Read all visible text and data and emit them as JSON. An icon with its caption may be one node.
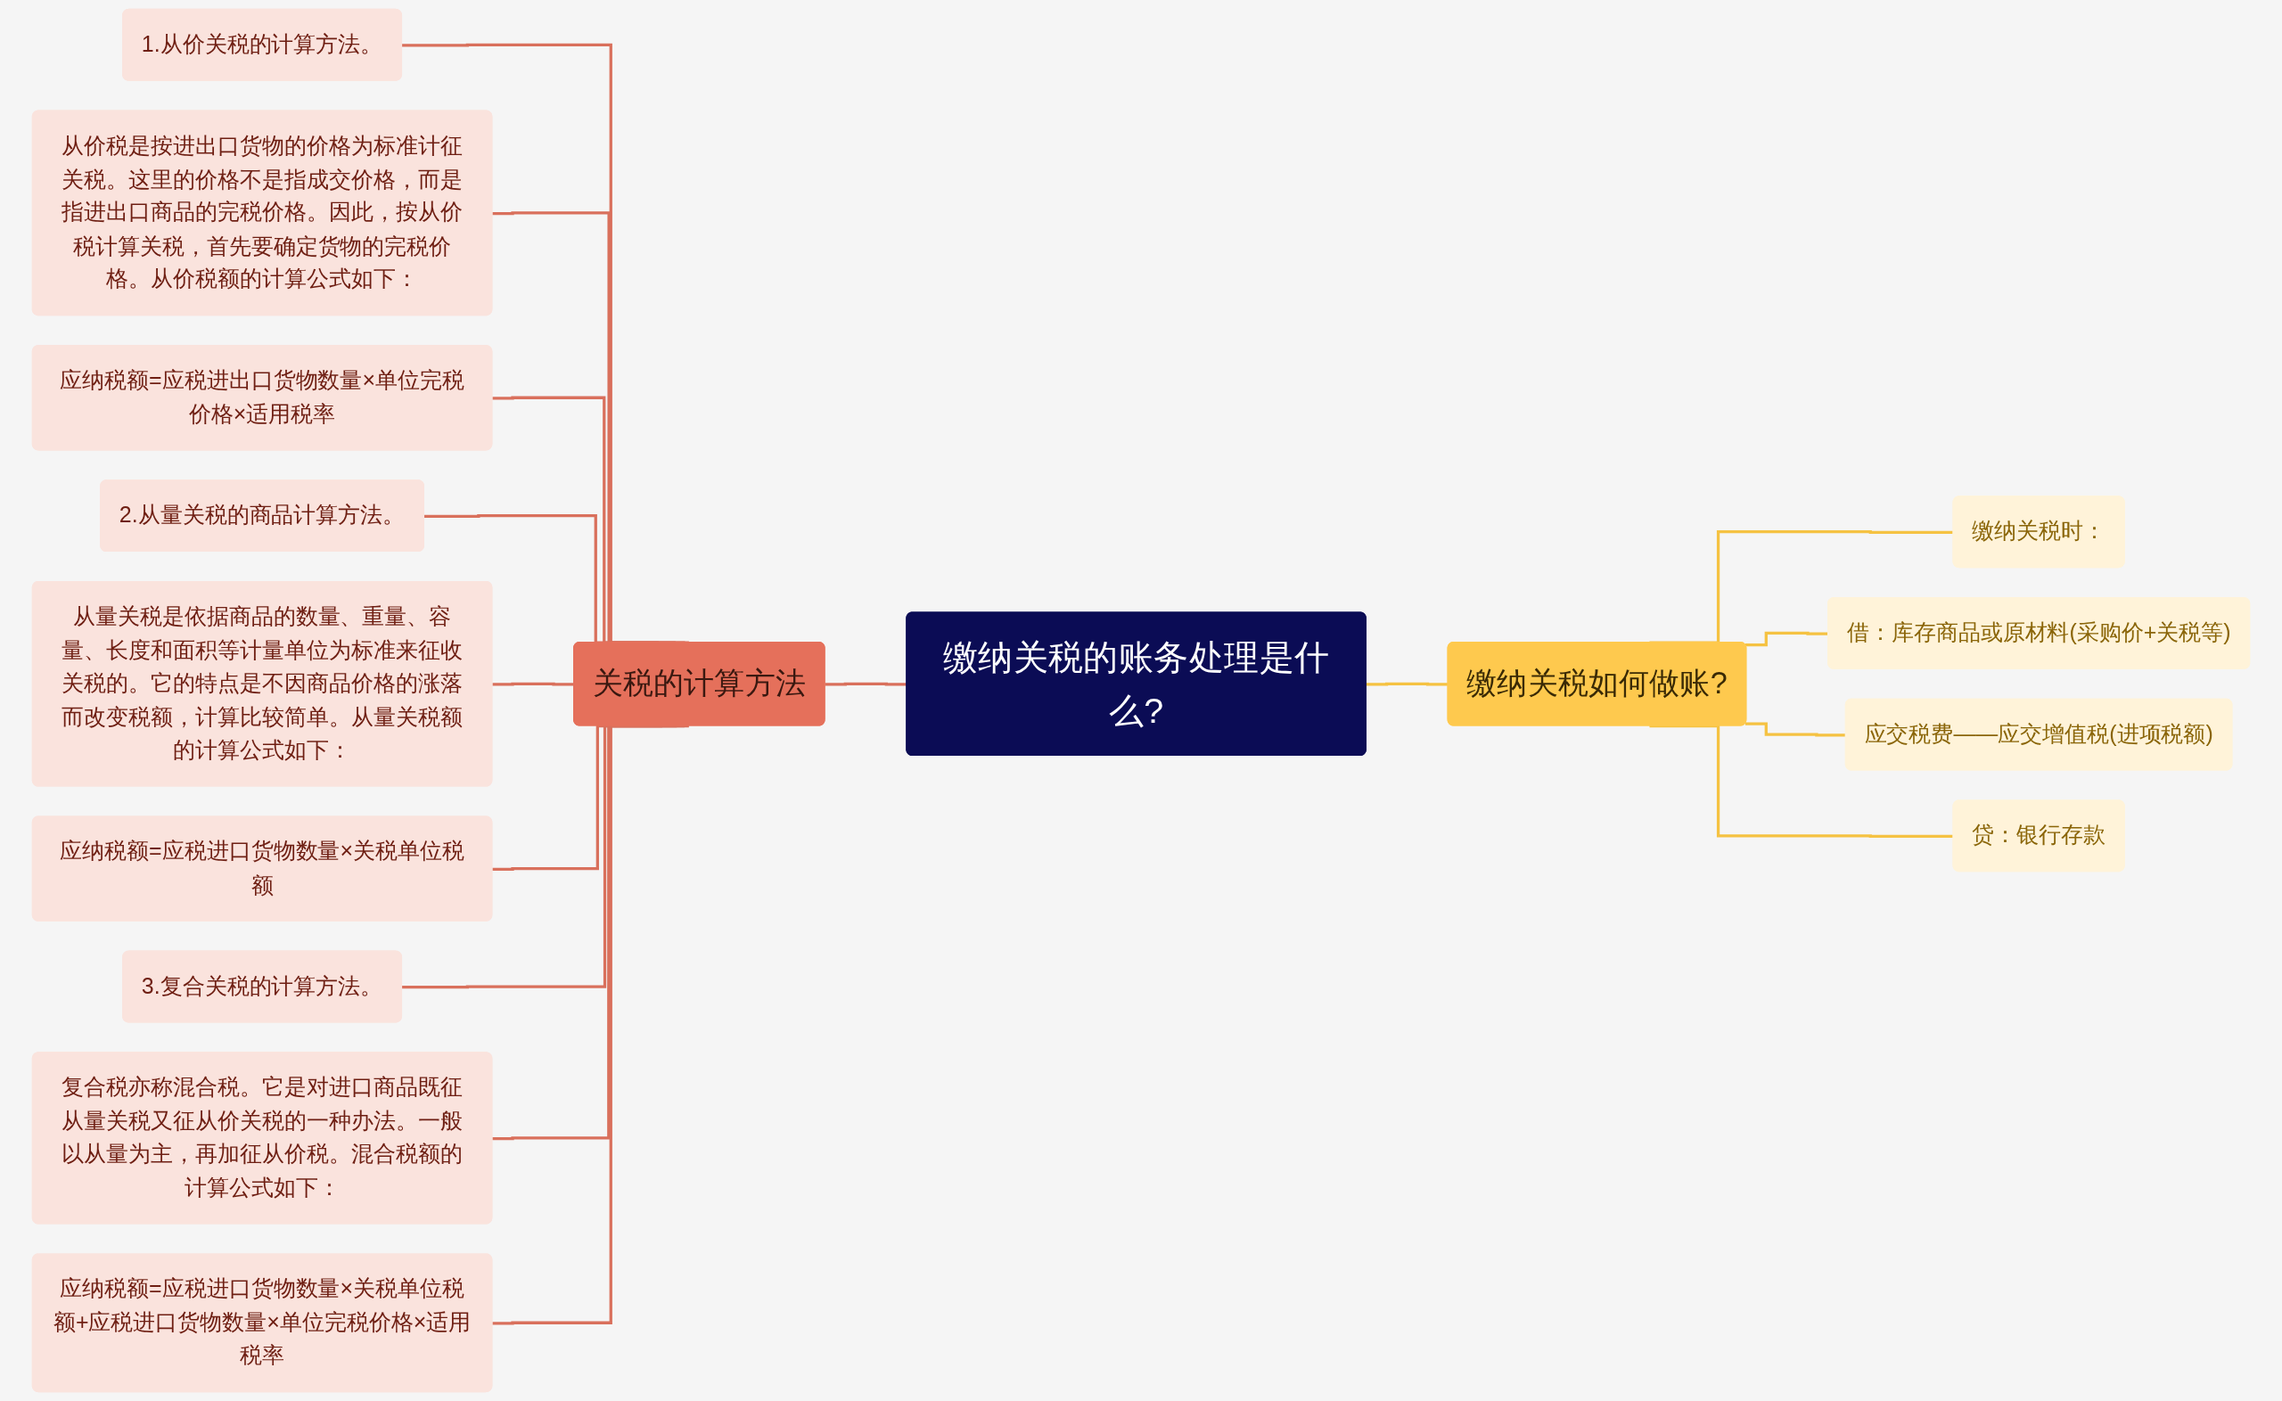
{
  "diagram": {
    "nodes": [
      {
        "text": [
          "缴纳关税的账务处理是什么?"
        ]
      },
      {
        "text": [
          "关税的计算方法"
        ]
      },
      {
        "text": [
          "1.从价关税的计算方法。"
        ]
      },
      {
        "text": [
          "从价税是按进出口货物的价格为标准计征关税。这里的价格不是指成交价格，而是指进出口商品的完税价格。因此，按从价税计算关税，首先要确定货物的完税价格。从价税额的计算公式如下："
        ]
      },
      {
        "text": [
          "应纳税额=应税进出口货物数量×单位完税价格×适用税率"
        ]
      },
      {
        "text": [
          "2.从量关税的商品计算方法。"
        ]
      },
      {
        "text": [
          "从量关税是依据商品的数量、重量、容量、长度和面积等计量单位为标准来征收关税的。它的特点是不因商品价格的涨落而改变税额，计算比较简单。从量关税额的计算公式如下："
        ]
      },
      {
        "text": [
          "应纳税额=应税进口货物数量×关税单位税额"
        ]
      },
      {
        "text": [
          "3.复合关税的计算方法。"
        ]
      },
      {
        "text": [
          "复合税亦称混合税。它是对进口商品既征从量关税又征从价关税的一种办法。一般以从量为主，再加征从价税。混合税额的计算公式如下："
        ]
      },
      {
        "text": [
          "应纳税额=应税进口货物数量×关税单位税额+应税进口货物数量×单位完税价格×适用税率"
        ]
      },
      {
        "text": [
          "缴纳关税如何做账?"
        ]
      },
      {
        "text": [
          "缴纳关税时："
        ]
      },
      {
        "text": [
          "借：库存商品或原材料(采购价+关税等)"
        ]
      },
      {
        "text": [
          "应交税费——应交增值税(进项税额)"
        ]
      },
      {
        "text": [
          "贷：银行存款"
        ]
      }
    ],
    "edges": [
      {
        "from": 0,
        "to": 1,
        "arrow": "none"
      },
      {
        "from": 1,
        "to": 2,
        "arrow": "none"
      },
      {
        "from": 1,
        "to": 3,
        "arrow": "none"
      },
      {
        "from": 1,
        "to": 4,
        "arrow": "none"
      },
      {
        "from": 1,
        "to": 5,
        "arrow": "none"
      },
      {
        "from": 1,
        "to": 6,
        "arrow": "none"
      },
      {
        "from": 1,
        "to": 7,
        "arrow": "none"
      },
      {
        "from": 1,
        "to": 8,
        "arrow": "none"
      },
      {
        "from": 1,
        "to": 9,
        "arrow": "none"
      },
      {
        "from": 1,
        "to": 10,
        "arrow": "none"
      },
      {
        "from": 0,
        "to": 11,
        "arrow": "none",
        "color": "#f5c242"
      },
      {
        "from": 11,
        "to": 12,
        "arrow": "none",
        "color": "#f5c242"
      },
      {
        "from": 11,
        "to": 13,
        "arrow": "none",
        "color": "#f5c242"
      },
      {
        "from": 11,
        "to": 14,
        "arrow": "none",
        "color": "#f5c242"
      },
      {
        "from": 11,
        "to": 15,
        "arrow": "none",
        "color": "#f5c242"
      }
    ]
  }
}
